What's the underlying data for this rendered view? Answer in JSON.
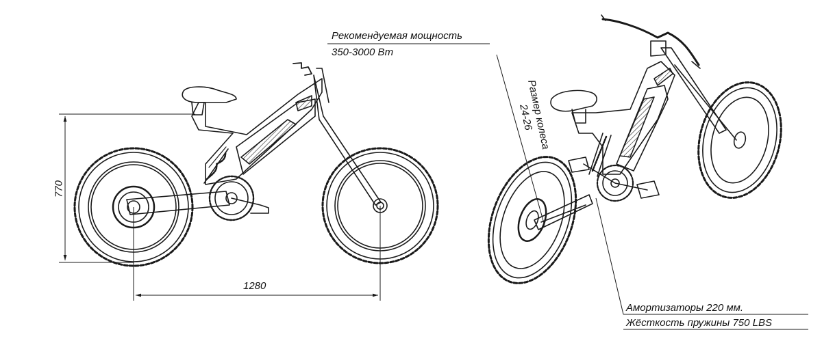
{
  "dimensions": {
    "height": "770",
    "wheelbase": "1280"
  },
  "callouts": {
    "power_title": "Рекомендуемая мощность",
    "power_value": "350-3000 Вт",
    "wheel_title": "Размер колеса",
    "wheel_value": "24-26",
    "shock_title": "Амортизаторы 220 мм.",
    "spring_value": "Жёсткость пружины 750 LBS"
  },
  "colors": {
    "line": "#1a1a1a",
    "fill": "#ffffff"
  }
}
